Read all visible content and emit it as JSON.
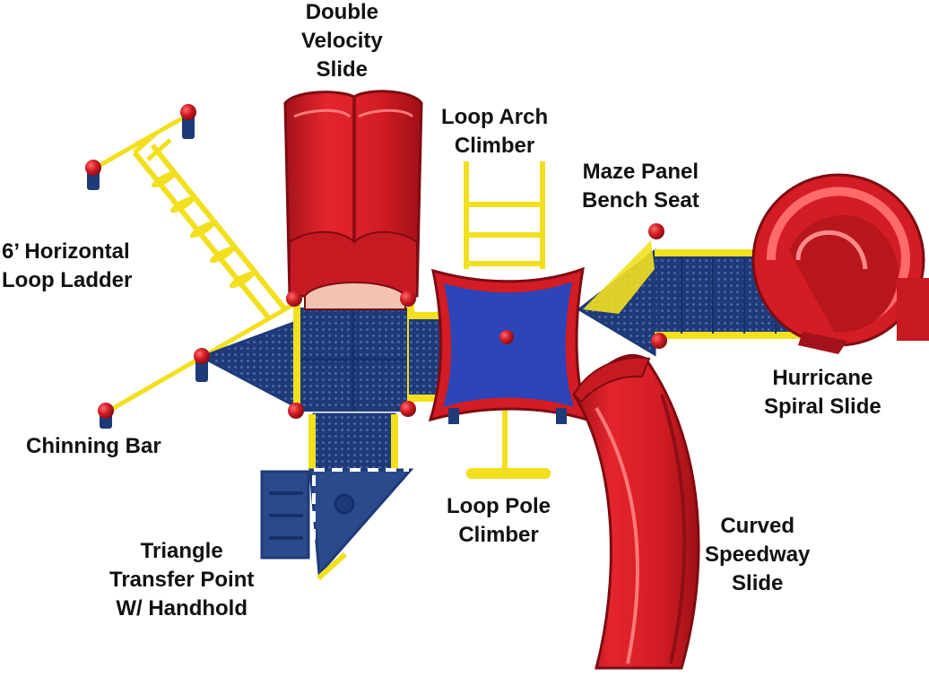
{
  "colors": {
    "red": "#d31c24",
    "red_dark": "#9e1016",
    "blue": "#2c45b8",
    "navy": "#1f3a78",
    "yellow": "#f2e01e",
    "pink": "#f2c3b3"
  },
  "labels": {
    "double_velocity_slide": [
      "Double",
      "Velocity",
      "Slide"
    ],
    "loop_arch_climber": [
      "Loop Arch",
      "Climber"
    ],
    "maze_panel_bench_seat": [
      "Maze Panel",
      "Bench Seat"
    ],
    "horizontal_loop_ladder": [
      "6’ Horizontal",
      "Loop Ladder"
    ],
    "hurricane_spiral_slide": [
      "Hurricane",
      "Spiral Slide"
    ],
    "chinning_bar": [
      "Chinning Bar"
    ],
    "loop_pole_climber": [
      "Loop Pole",
      "Climber"
    ],
    "curved_speedway_slide": [
      "Curved",
      "Speedway",
      "Slide"
    ],
    "triangle_transfer_point": [
      "Triangle",
      "Transfer Point",
      "W/ Handhold"
    ]
  }
}
